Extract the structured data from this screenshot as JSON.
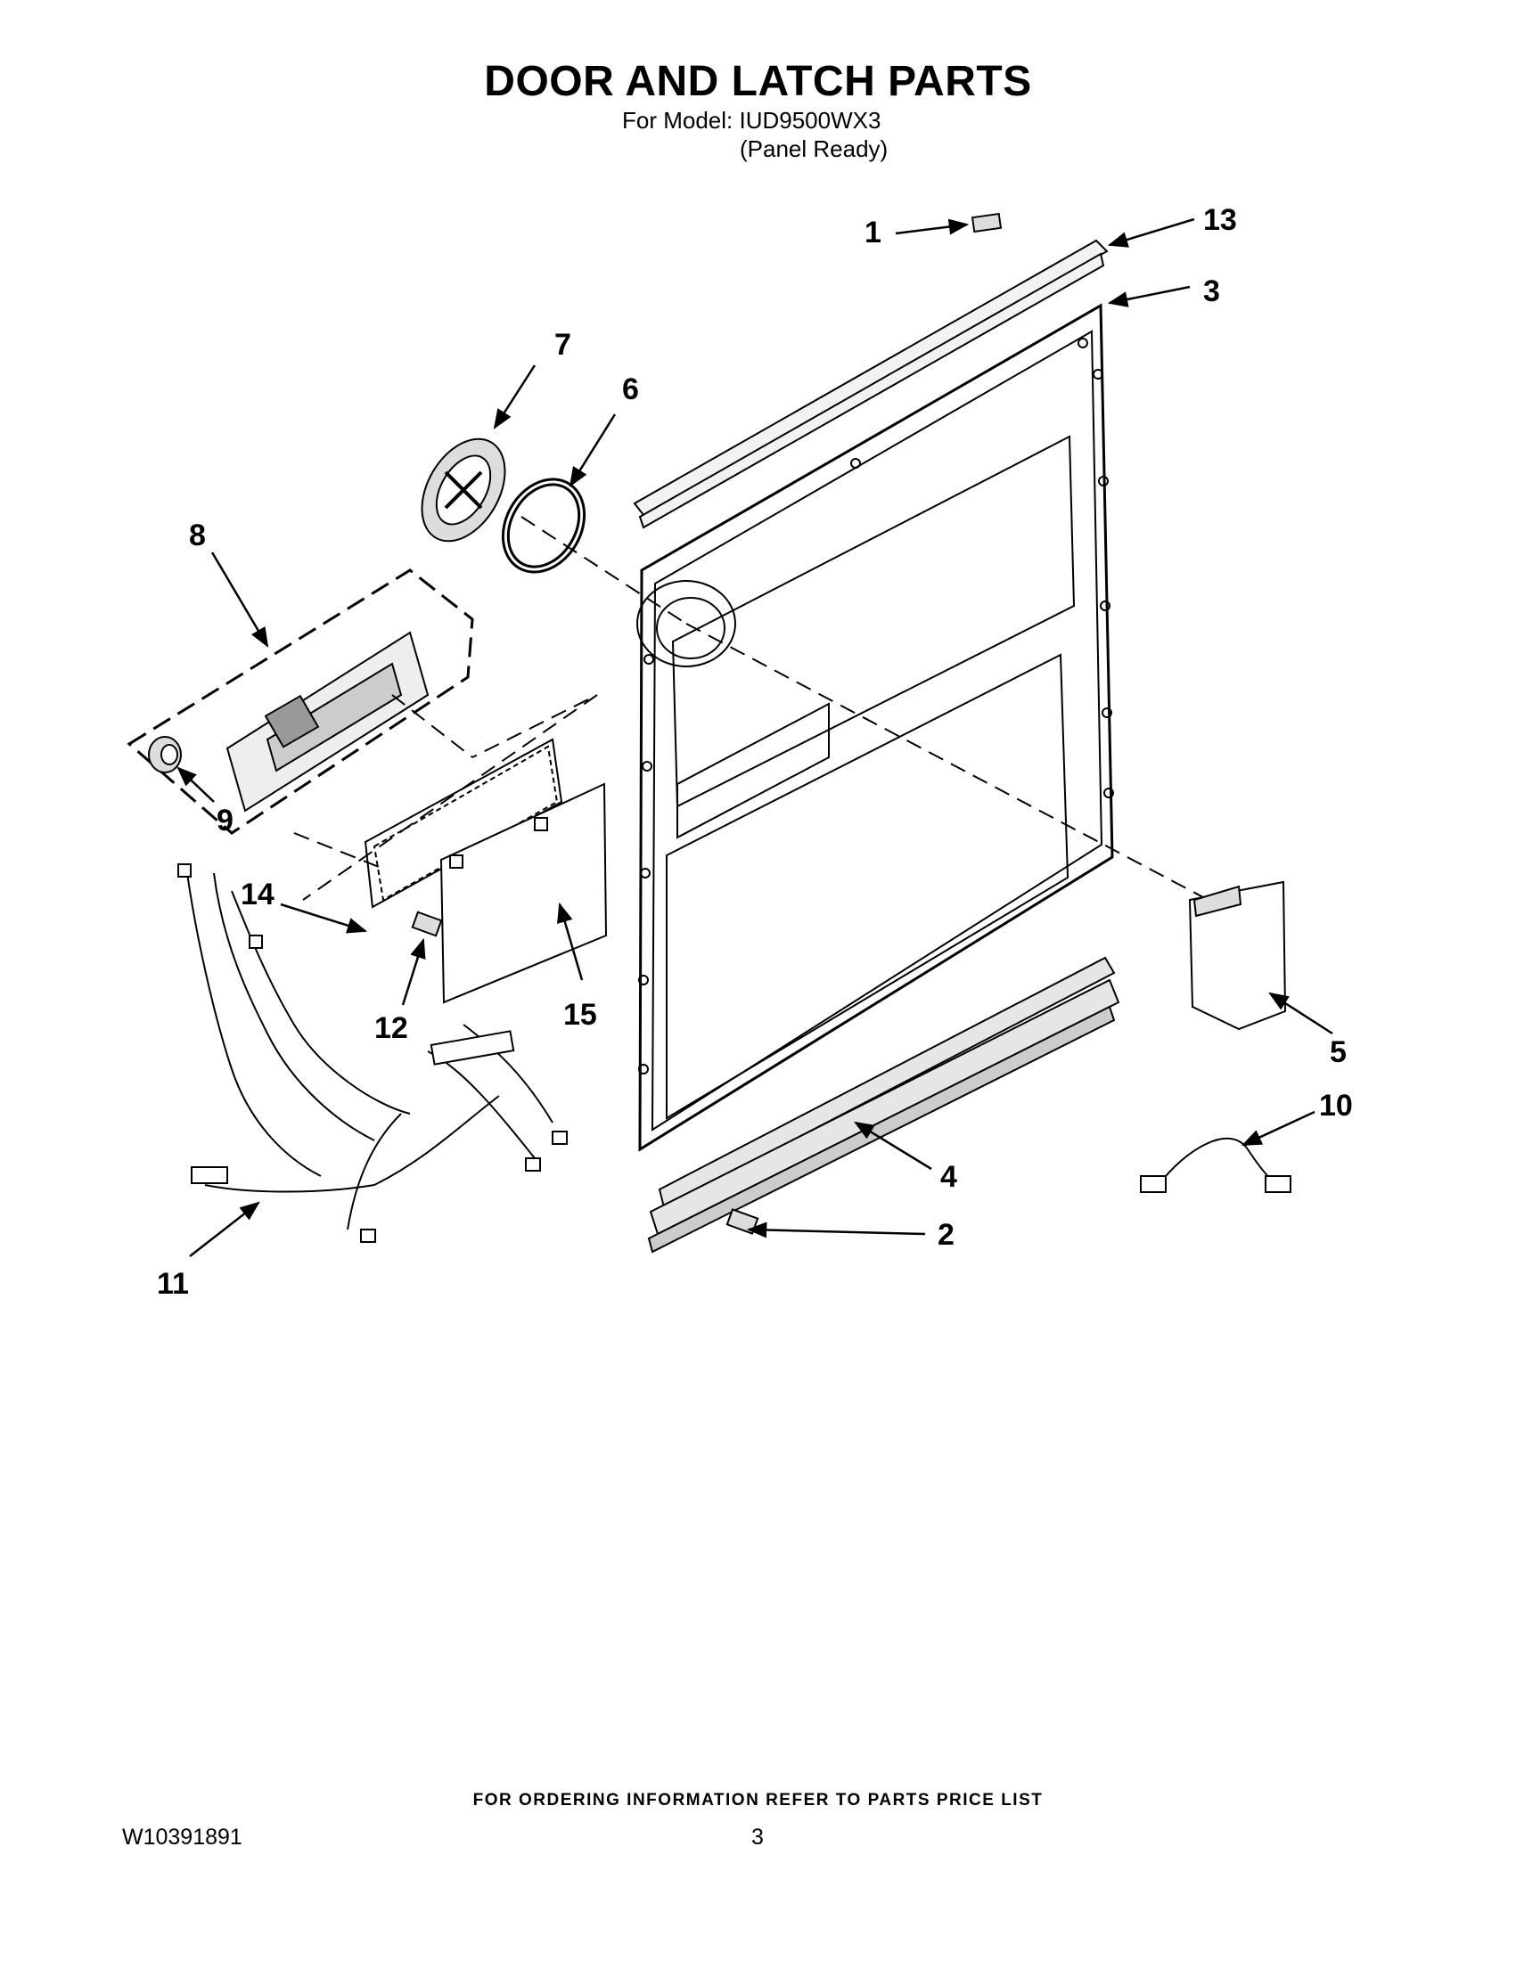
{
  "header": {
    "title": "DOOR AND LATCH PARTS",
    "model_line": "For Model: IUD9500WX3",
    "variant_line": "(Panel Ready)"
  },
  "callouts": [
    "1",
    "2",
    "3",
    "4",
    "5",
    "6",
    "7",
    "8",
    "9",
    "10",
    "11",
    "12",
    "13",
    "14",
    "15"
  ],
  "footer": {
    "ordering_note": "FOR ORDERING INFORMATION REFER TO PARTS PRICE LIST",
    "document_number": "W10391891",
    "page_number": "3"
  }
}
